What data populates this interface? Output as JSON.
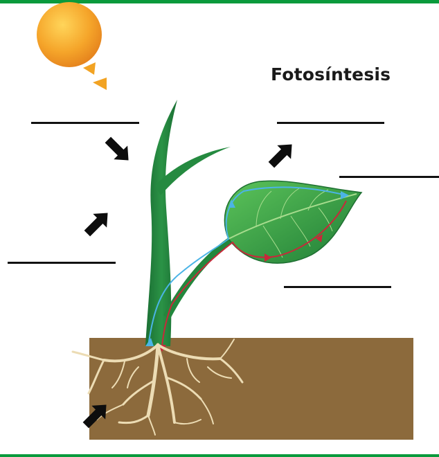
{
  "title": "Fotosíntesis",
  "colors": {
    "frame": "#0a9a3c",
    "sun": "#f2a323",
    "stem": "#1c7a3a",
    "leaf": "#2f9a44",
    "soil": "#8c6a3c",
    "roots": "#ecdcb4",
    "arrow": "#0d0d0d",
    "xylem": "#4bb4e6",
    "phloem": "#c8283a"
  },
  "blanks": [
    {
      "name": "label-blank-top-left"
    },
    {
      "name": "label-blank-top-right"
    },
    {
      "name": "label-blank-right"
    },
    {
      "name": "label-blank-mid-left"
    },
    {
      "name": "label-blank-mid-right"
    },
    {
      "name": "label-blank-bottom-left"
    }
  ],
  "icons": [
    "sun-icon",
    "arrow-icon"
  ]
}
